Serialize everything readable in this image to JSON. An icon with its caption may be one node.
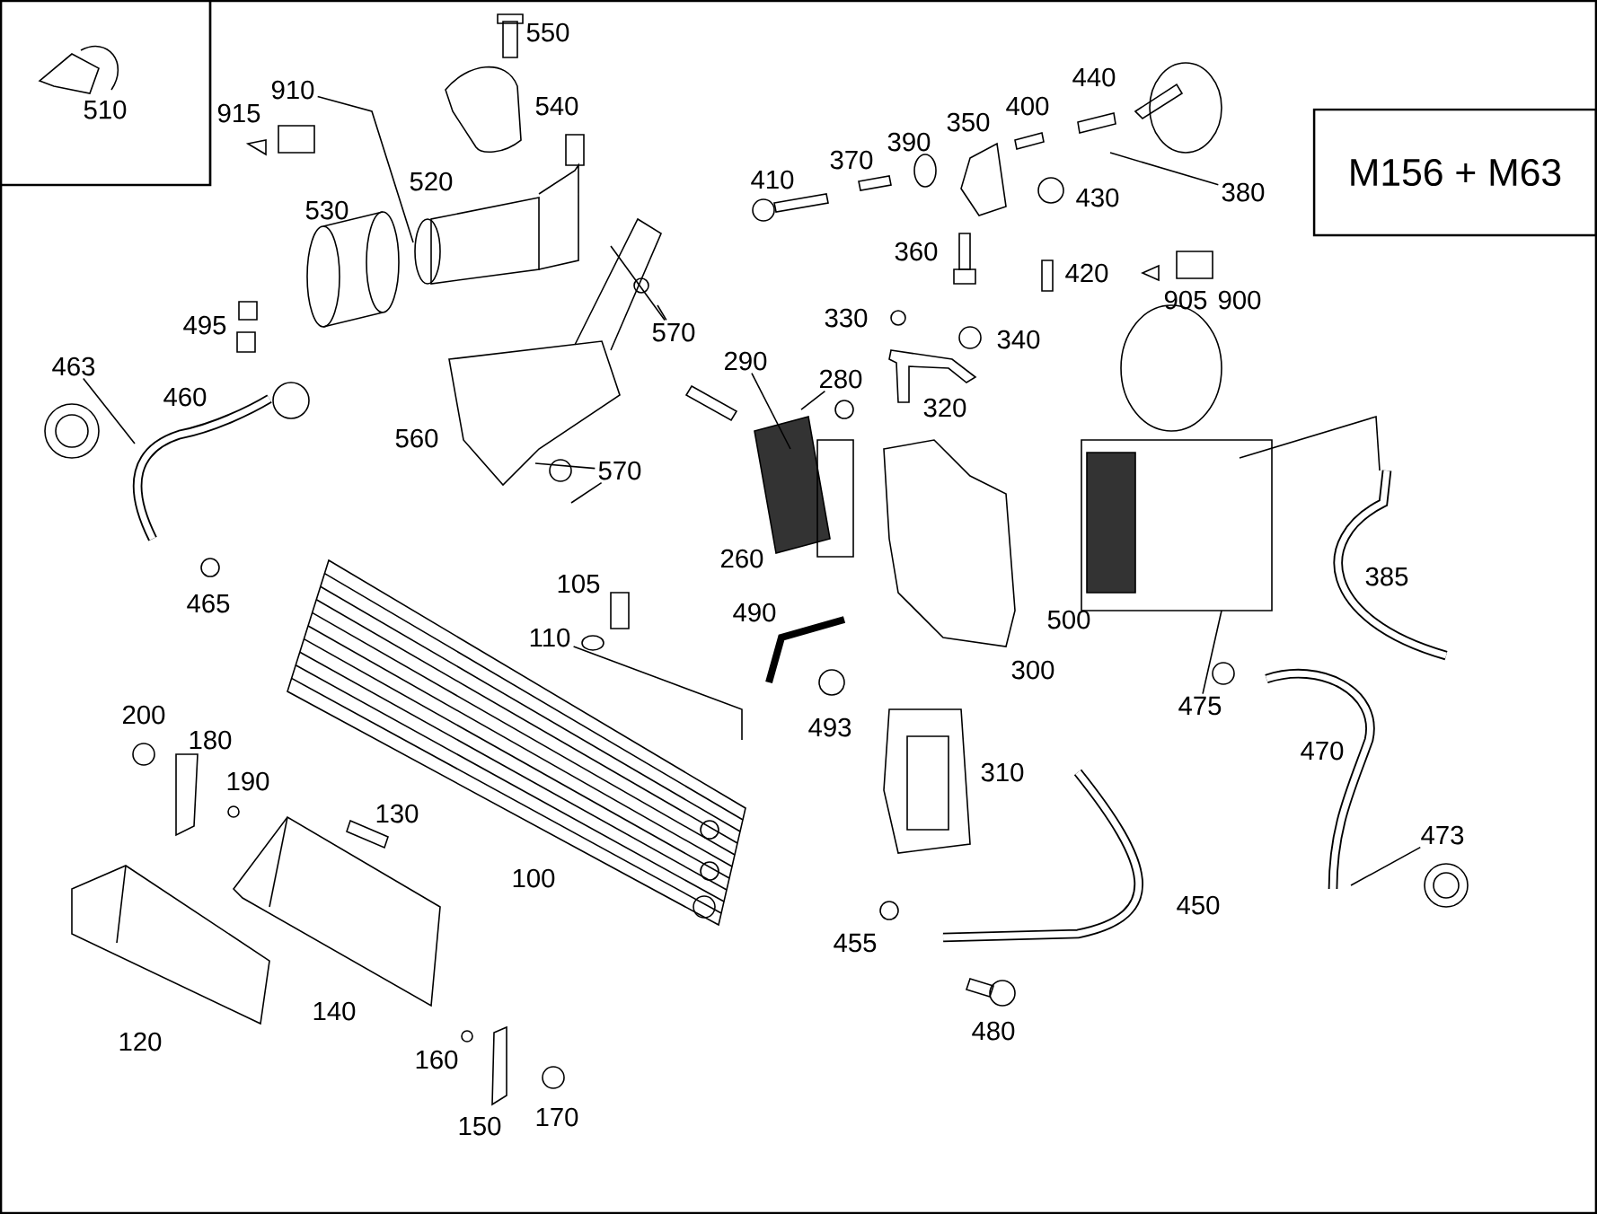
{
  "diagram": {
    "nodes": [
      {
        "text": [
          "510"
        ]
      },
      {
        "text": [
          "M156 + M63"
        ]
      },
      {
        "text": [
          "910"
        ]
      },
      {
        "text": [
          "463"
        ]
      },
      {
        "text": [
          "570"
        ]
      },
      {
        "text": [
          "290"
        ]
      },
      {
        "text": [
          "280"
        ]
      },
      {
        "text": [
          "380"
        ]
      },
      {
        "text": [
          "570"
        ]
      },
      {
        "text": [
          "110"
        ]
      },
      {
        "text": [
          "475"
        ]
      },
      {
        "text": [
          "473"
        ]
      }
    ],
    "edges": [
      {
        "from": 2,
        "to": null,
        "arrow": "none"
      },
      {
        "from": 4,
        "to": null,
        "arrow": "none"
      },
      {
        "from": 4,
        "to": null,
        "arrow": "none"
      },
      {
        "from": 3,
        "to": null,
        "arrow": "none"
      },
      {
        "from": 5,
        "to": null,
        "arrow": "none"
      },
      {
        "from": 6,
        "to": null,
        "arrow": "none"
      },
      {
        "from": 7,
        "to": null,
        "arrow": "none"
      },
      {
        "from": 8,
        "to": null,
        "arrow": "none"
      },
      {
        "from": 8,
        "to": null,
        "arrow": "none"
      },
      {
        "from": 9,
        "to": null,
        "arrow": "none"
      },
      {
        "from": 10,
        "to": null,
        "arrow": "none"
      },
      {
        "from": 11,
        "to": null,
        "arrow": "none"
      }
    ],
    "labels": [
      "550",
      "440",
      "915",
      "540",
      "400",
      "350",
      "390",
      "370",
      "520",
      "410",
      "430",
      "530",
      "360",
      "420",
      "905",
      "900",
      "495",
      "330",
      "340",
      "460",
      "320",
      "560",
      "260",
      "105",
      "385",
      "465",
      "490",
      "500",
      "300",
      "200",
      "493",
      "180",
      "470",
      "310",
      "190",
      "130",
      "100",
      "450",
      "455",
      "140",
      "480",
      "120",
      "160",
      "170",
      "150"
    ]
  }
}
